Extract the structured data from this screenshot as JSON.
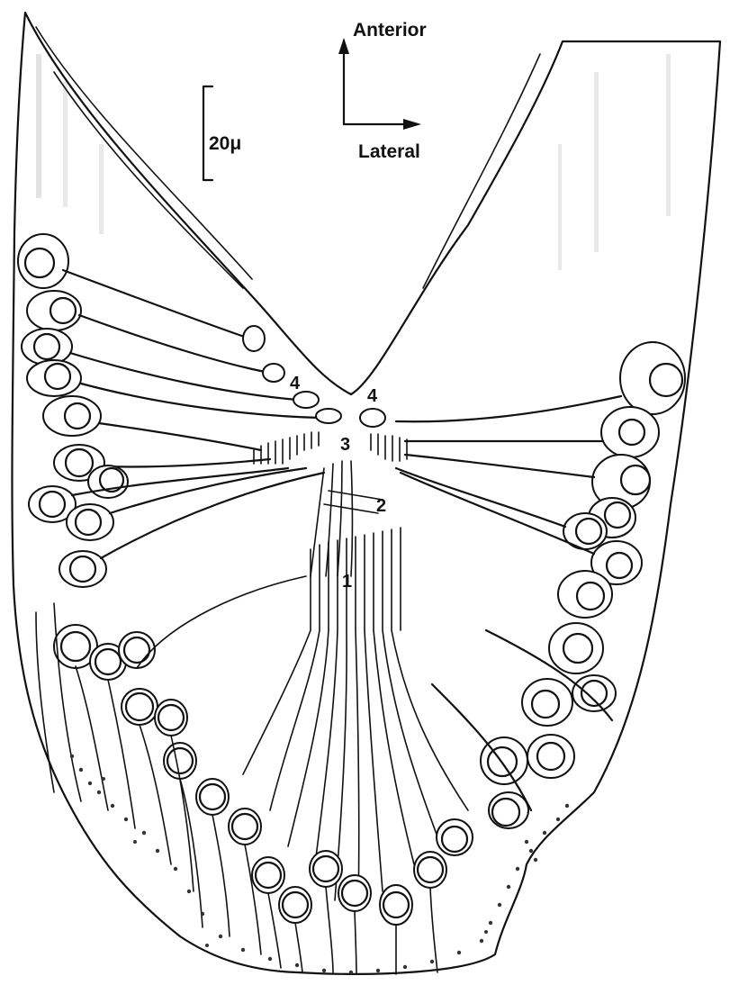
{
  "labels": {
    "orientation_anterior": "Anterior",
    "orientation_lateral": "Lateral",
    "scale_bar": "20μ",
    "marker_1": "1",
    "marker_2": "2",
    "marker_3": "3",
    "marker_4_left": "4",
    "marker_4_right": "4"
  },
  "colors": {
    "ink": "#111111",
    "background": "#ffffff"
  }
}
